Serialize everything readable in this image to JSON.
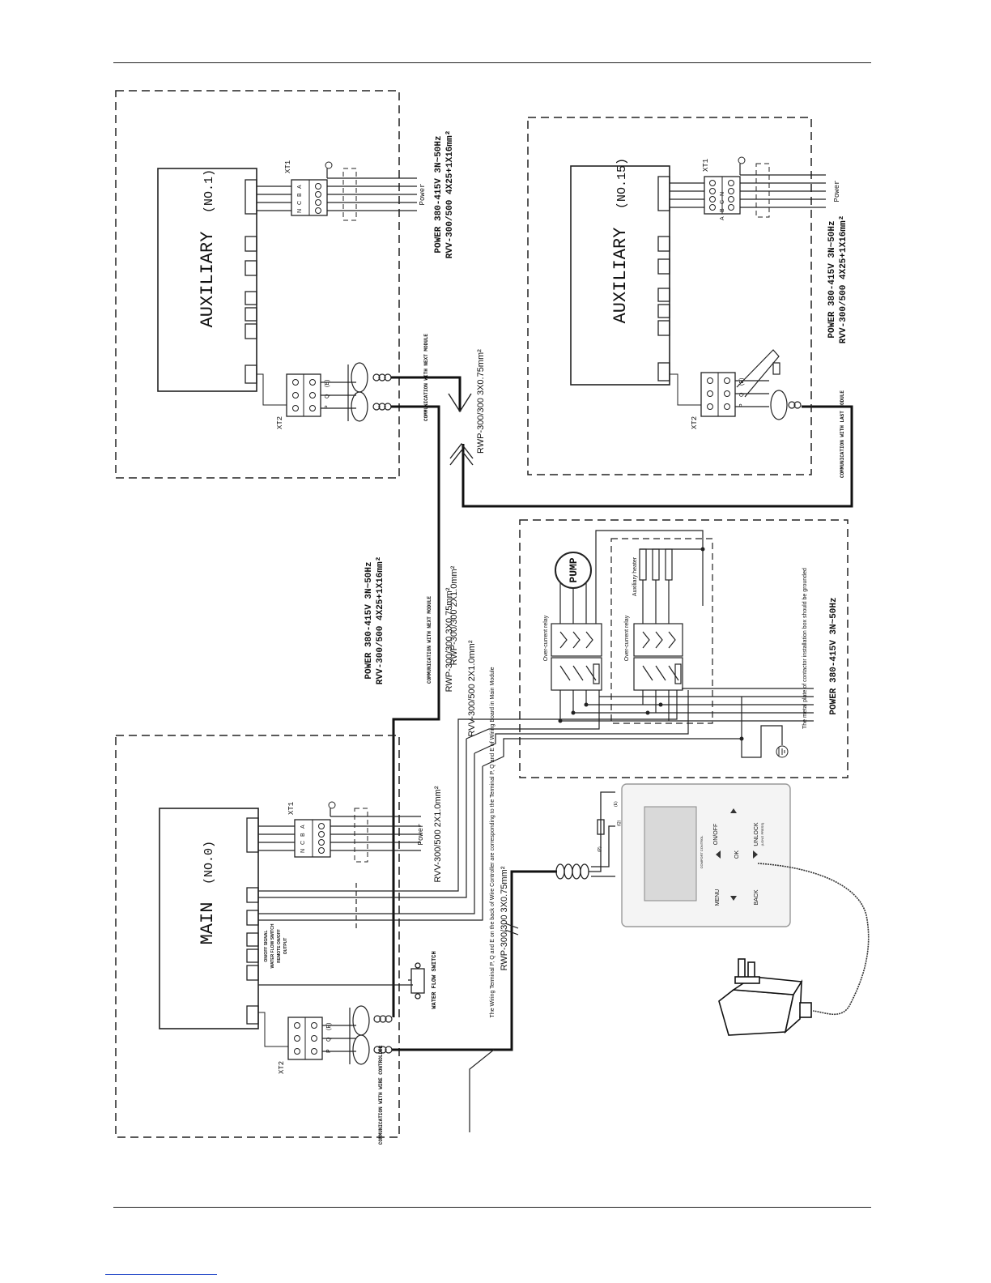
{
  "auxiliary_no1": {
    "unit_name": "AUXILIARY",
    "unit_number": "(NO.1)",
    "terminal_xt1": "XT1",
    "terminal_xt2": "XT2",
    "phase_labels": [
      "A",
      "B",
      "C",
      "N"
    ],
    "comm_labels": [
      "P",
      "Q",
      "E"
    ],
    "comm_e_label": "(E)",
    "power_label": "Power",
    "power_spec": "POWER 380-415V 3N~50Hz",
    "cable_spec": "RVV-300/500 4X25+1X16mm²",
    "comm_note": "COMMUNICATION WITH NEXT MODULE"
  },
  "auxiliary_no15": {
    "unit_name": "AUXILIARY",
    "unit_number": "(NO.15)",
    "terminal_xt1": "XT1",
    "terminal_xt2": "XT2",
    "phase_labels": [
      "A",
      "B",
      "C",
      "N"
    ],
    "comm_labels": [
      "P",
      "Q",
      "E"
    ],
    "comm_e_label": "(E)",
    "power_label": "Power",
    "power_spec": "POWER 380-415V 3N~50Hz",
    "cable_spec": "RVV-300/500 4X25+1X16mm²",
    "comm_note": "COMMUNICATION WITH LAST MODULE"
  },
  "comm_cable_upper": "RWP-300/300 3X0.75mm²",
  "mid_power": {
    "power_spec": "POWER 380-415V 3N~50Hz",
    "cable_spec": "RVV-300/500 4X25+1X16mm²",
    "comm_note": "COMMUNICATION WITH NEXT MODULE",
    "comm_cable": "RWP-300/300 3X0.75mm²",
    "control_cable_1": "RWP-300/300 2X1.0mm²",
    "control_cable_2": "RVV-300/500 2X1.0mm²"
  },
  "pump_panel": {
    "pump_label": "PUMP",
    "relay_label_1": "Over-current relay",
    "relay_label_2": "Over-current relay",
    "heater_label": "Auxiliary heater",
    "power_spec": "POWER 380-415V 3N~50Hz",
    "ground_note": "The metal plate of contactor installation box should be grounded"
  },
  "main_unit": {
    "unit_name": "MAIN",
    "unit_number": "(NO.0)",
    "terminal_xt1": "XT1",
    "terminal_xt2": "XT2",
    "phase_labels": [
      "A",
      "B",
      "C",
      "N"
    ],
    "comm_labels": [
      "P",
      "Q",
      "E"
    ],
    "comm_e_label": "(E)",
    "power_label": "Power",
    "cable_spec": "RVV-300/500 2X1.0mm²",
    "port_notes": [
      "ON/OFF SIGNAL",
      "WATER FLOW SWITCH",
      "REMOTE ON/OFF",
      "OUTPUT"
    ],
    "water_flow_switch": "WATER FLOW SWITCH",
    "comm_note": "COMMUNICATION WITH WIRE CONTROLLER",
    "wiring_note": "The Wiring Terminal P, Q and E on the back of Wire Controller are corresponding to the Terminal P, Q and E of Wiring Board in Main Module",
    "controller_cable": "RWP-300/300 3X0.75mm²"
  },
  "wire_controller": {
    "buttons": {
      "on_off": "ON/OFF",
      "unlock": "UNLOCK",
      "unlock_sub": "(LONG PRESS)",
      "menu": "MENU",
      "back": "BACK",
      "ok": "OK"
    },
    "brand_text": "COMFORT CONTROL",
    "terminal_labels": [
      "(E)",
      "(Q)",
      "(P)"
    ]
  }
}
